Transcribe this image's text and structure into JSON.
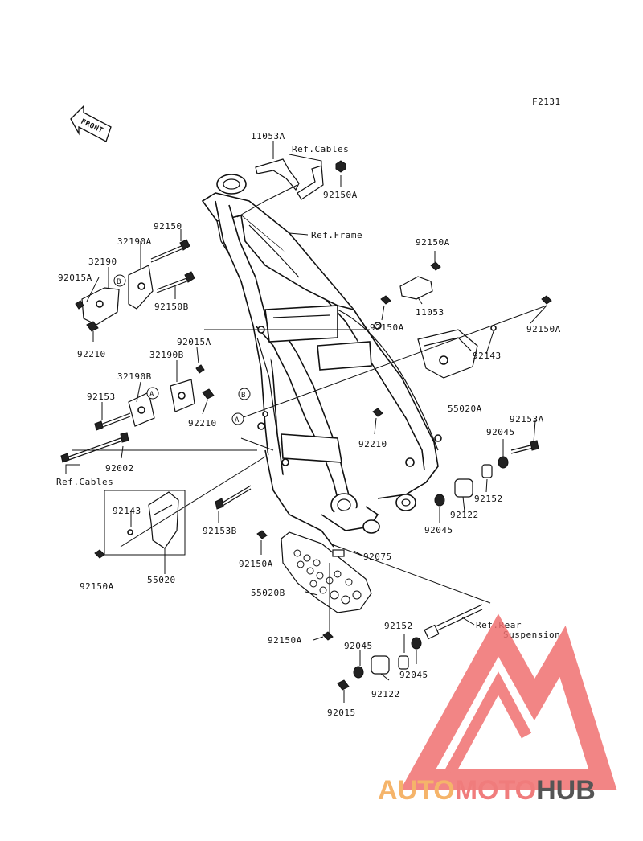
{
  "figure_code": "F2131",
  "front_label": "FRONT",
  "part_labels": {
    "p11053A": "11053A",
    "ref_cables_top": "Ref.Cables",
    "p92150A_top": "92150A",
    "ref_frame": "Ref.Frame",
    "p92150": "92150",
    "p32190A": "32190A",
    "p32190": "32190",
    "p92015A_left": "92015A",
    "p92150B": "92150B",
    "p92210_left": "92210",
    "p92015A_mid": "92015A",
    "p32190B_1": "32190B",
    "p32190B_2": "32190B",
    "p92153": "92153",
    "p92210_mid": "92210",
    "p92002": "92002",
    "ref_cables_bottom": "Ref.Cables",
    "p92150A_r1": "92150A",
    "p11053": "11053",
    "p92150A_r2": "92150A",
    "p92150A_r3": "92150A",
    "p92143_r": "92143",
    "p55020A": "55020A",
    "p92153A": "92153A",
    "p92045_r1": "92045",
    "p92210_r": "92210",
    "p92152_r": "92152",
    "p92122_r": "92122",
    "p92045_r2": "92045",
    "p92143_l": "92143",
    "p92153B": "92153B",
    "p92150A_l": "92150A",
    "p55020": "55020",
    "p92150A_c": "92150A",
    "p92075": "92075",
    "p55020B": "55020B",
    "p92150A_b": "92150A",
    "p92152_b": "92152",
    "ref_rear_susp_1": "Ref.Rear",
    "ref_rear_susp_2": "Suspension",
    "p92045_b1": "92045",
    "p92045_b2": "92045",
    "p92122_b": "92122",
    "p92015": "92015"
  },
  "callouts": {
    "a": "A",
    "b": "B"
  },
  "watermark": {
    "word_1": "AUTO",
    "word_2": "MOTO",
    "word_3": "HUB",
    "color_1": "#f5b46a",
    "color_2": "#f07c7c",
    "color_3": "#555555",
    "logo_color": "#f07070"
  }
}
